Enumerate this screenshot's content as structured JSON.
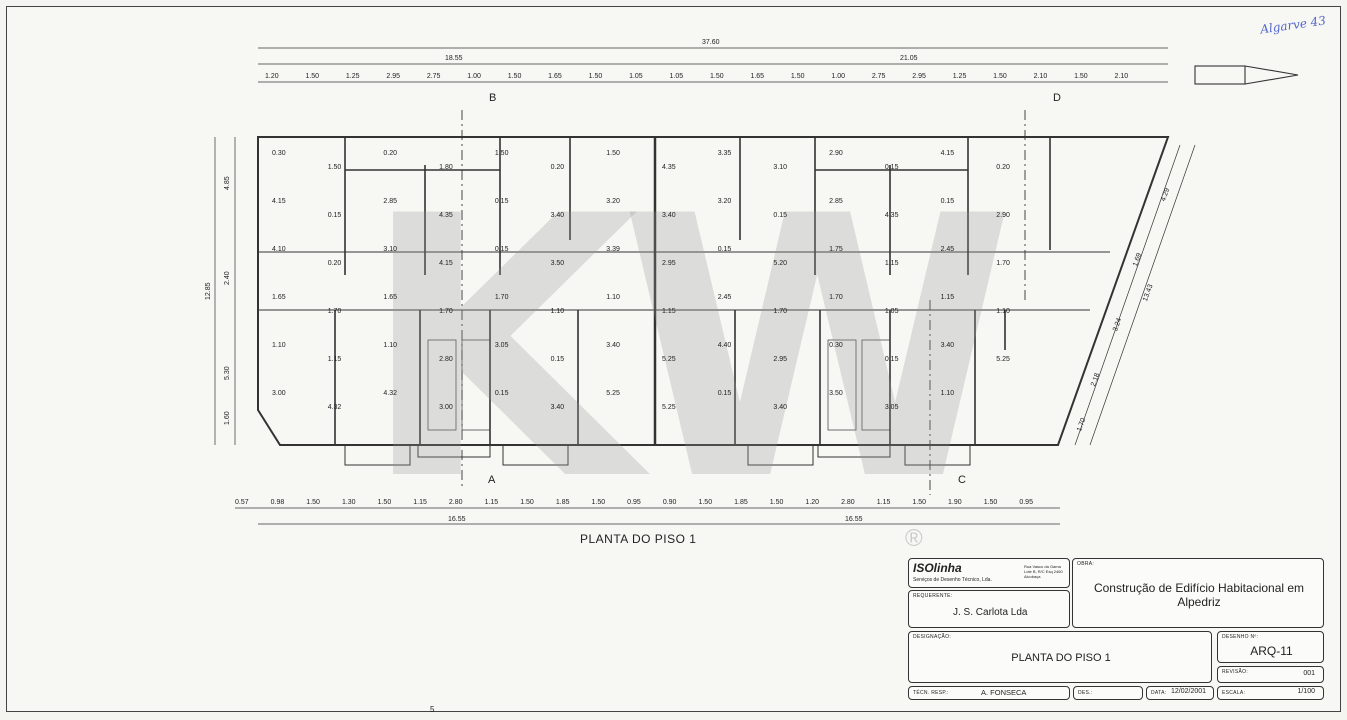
{
  "annotation": {
    "signature": "Algarve 43"
  },
  "plan": {
    "title": "PLANTA DO PISO 1",
    "sections": {
      "a": "A",
      "b": "B",
      "c": "C",
      "d": "D"
    },
    "top_overall": "37.60",
    "top_halves": [
      "18.55",
      "21.05"
    ],
    "top_dims": [
      "1.20",
      "1.50",
      "1.25",
      "2.95",
      "2.75",
      "1.00",
      "1.50",
      "1.65",
      "1.50",
      "1.05",
      "1.05",
      "1.50",
      "1.65",
      "1.50",
      "1.00",
      "2.75",
      "2.95",
      "1.25",
      "1.50",
      "2.10",
      "1.50",
      "2.10"
    ],
    "bottom_dims": [
      "0.57",
      "0.98",
      "1.50",
      "1.30",
      "1.50",
      "1.15",
      "2.80",
      "1.15",
      "1.50",
      "1.85",
      "1.50",
      "0.95",
      "0.90",
      "1.50",
      "1.85",
      "1.50",
      "1.20",
      "2.80",
      "1.15",
      "1.50",
      "1.90",
      "1.50",
      "0.95"
    ],
    "bottom_halves": [
      "16.55",
      "16.55"
    ],
    "left_dims": [
      "4.85",
      "2.40",
      "5.30",
      "1.60"
    ],
    "left_overall": "12.85",
    "right_dims": [
      "4.29",
      "1.69",
      "13.43",
      "3.24",
      "2.18",
      "1.70"
    ],
    "interior_dims": [
      "0.30",
      "1.50",
      "0.20",
      "1.80",
      "1.50",
      "0.20",
      "1.50",
      "4.35",
      "3.35",
      "3.10",
      "2.90",
      "0.15",
      "4.15",
      "0.20",
      "4.15",
      "0.15",
      "2.85",
      "4.35",
      "0.15",
      "3.40",
      "3.20",
      "3.40",
      "3.20",
      "0.15",
      "2.85",
      "4.35",
      "0.15",
      "2.90",
      "4.10",
      "0.20",
      "3.10",
      "4.15",
      "0.15",
      "3.50",
      "3.39",
      "2.95",
      "0.15",
      "5.20",
      "1.75",
      "1.15",
      "2.45",
      "1.70",
      "1.65",
      "1.70",
      "1.65",
      "1.70",
      "1.70",
      "1.10",
      "1.10",
      "1.15",
      "2.45",
      "1.70",
      "1.70",
      "1.05",
      "1.15",
      "1.10",
      "1.10",
      "1.15",
      "1.10",
      "2.80",
      "3.05",
      "0.15",
      "3.40",
      "5.25",
      "4.40",
      "2.95",
      "0.30",
      "0.15",
      "3.40",
      "5.25",
      "3.00",
      "4.32",
      "4.32",
      "3.00",
      "0.15",
      "3.40",
      "5.25",
      "5.25",
      "0.15",
      "3.40",
      "3.50",
      "3.05",
      "1.10"
    ]
  },
  "watermark": {
    "text": "KW",
    "registered": "®"
  },
  "title_block": {
    "company": {
      "logo": "ISOlinha",
      "subtitle": "Serviços de Desenho Técnico, Lda.",
      "address": "Rua Vasco da Gama Lote B, R/C Esq 2460 Alcobaça"
    },
    "obra": {
      "label": "OBRA:",
      "value": "Construção de Edifício Habitacional em Alpedriz"
    },
    "requerente": {
      "label": "REQUERENTE:",
      "value": "J. S. Carlota Lda"
    },
    "designacao": {
      "label": "DESIGNAÇÃO:",
      "value": "PLANTA DO PISO 1"
    },
    "desenho": {
      "label": "DESENHO Nº:",
      "value": "ARQ-11"
    },
    "revisao": {
      "label": "REVISÃO:",
      "value": "001"
    },
    "tecn": {
      "label": "TÉCN. RESP.:",
      "value": "A. FONSECA"
    },
    "des": {
      "label": "DES.:",
      "value": ""
    },
    "data": {
      "label": "DATA:",
      "value": "12/02/2001"
    },
    "escala": {
      "label": "ESCALA:",
      "value": "1/100"
    }
  },
  "page_number": "5"
}
